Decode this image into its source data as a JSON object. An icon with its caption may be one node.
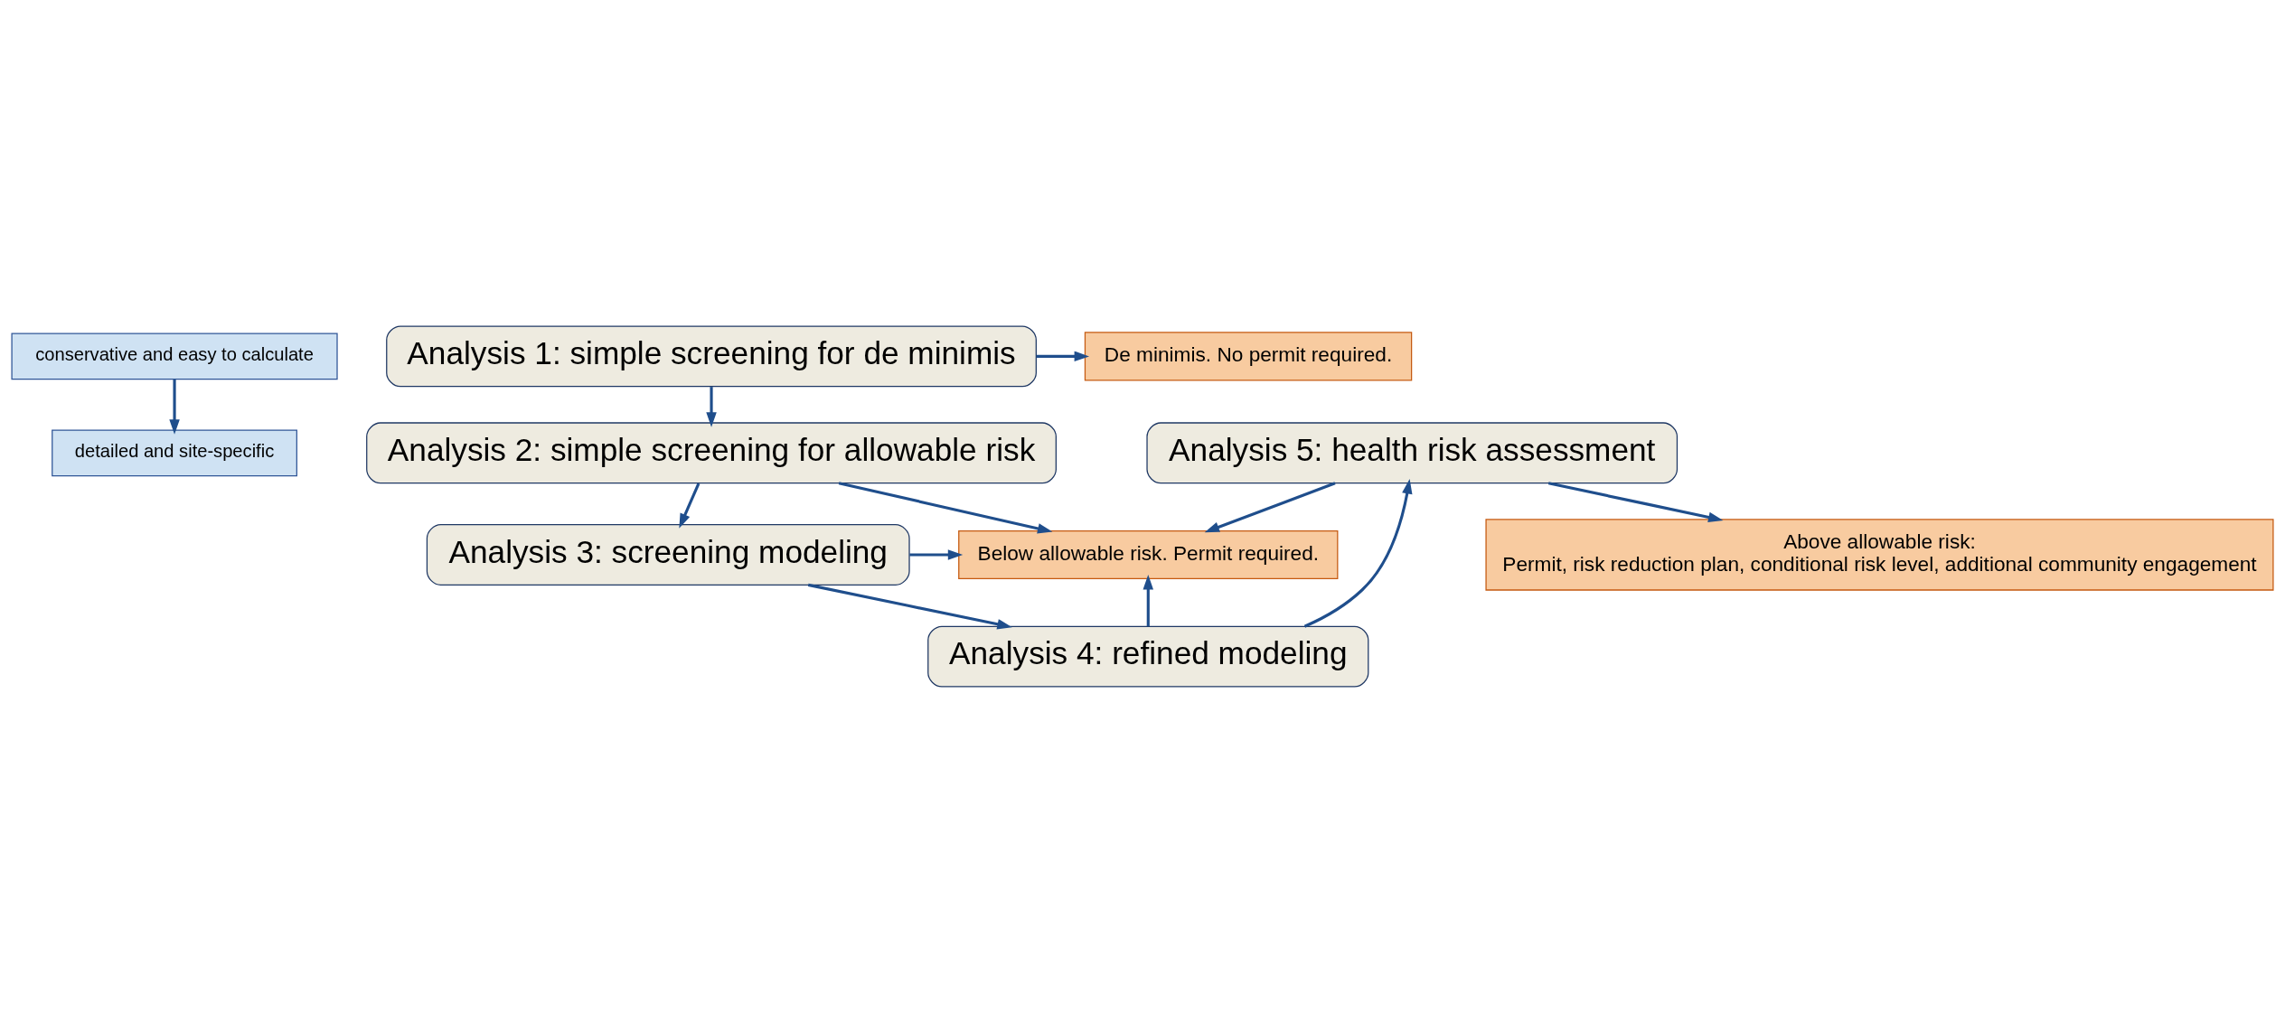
{
  "diagram": {
    "nodes": [
      {
        "text": [
          "conservative and easy to calculate"
        ]
      },
      {
        "text": [
          "detailed and site-specific"
        ]
      },
      {
        "text": [
          "Analysis 1: simple screening for de minimis"
        ]
      },
      {
        "text": [
          "De minimis. No permit required."
        ]
      },
      {
        "text": [
          "Analysis 2: simple screening for allowable risk"
        ]
      },
      {
        "text": [
          "Analysis 3: screening modeling"
        ]
      },
      {
        "text": [
          "Analysis 4: refined modeling"
        ]
      },
      {
        "text": [
          "Analysis 5: health risk assessment"
        ]
      },
      {
        "text": [
          "Below allowable risk. Permit required."
        ]
      },
      {
        "text": [
          "Above allowable risk:",
          "Permit, risk reduction plan, conditional risk level, additional community engagement"
        ]
      }
    ],
    "edges": [
      {
        "from": 0,
        "to": 1,
        "arrow": "to"
      },
      {
        "from": 2,
        "to": 3,
        "arrow": "to"
      },
      {
        "from": 2,
        "to": 4,
        "arrow": "to"
      },
      {
        "from": 4,
        "to": 8,
        "arrow": "to"
      },
      {
        "from": 4,
        "to": 5,
        "arrow": "to"
      },
      {
        "from": 5,
        "to": 8,
        "arrow": "to"
      },
      {
        "from": 5,
        "to": 6,
        "arrow": "to"
      },
      {
        "from": 6,
        "to": 8,
        "arrow": "to"
      },
      {
        "from": 6,
        "to": 7,
        "arrow": "to"
      },
      {
        "from": 7,
        "to": 8,
        "arrow": "to"
      },
      {
        "from": 7,
        "to": 9,
        "arrow": "to"
      }
    ]
  }
}
